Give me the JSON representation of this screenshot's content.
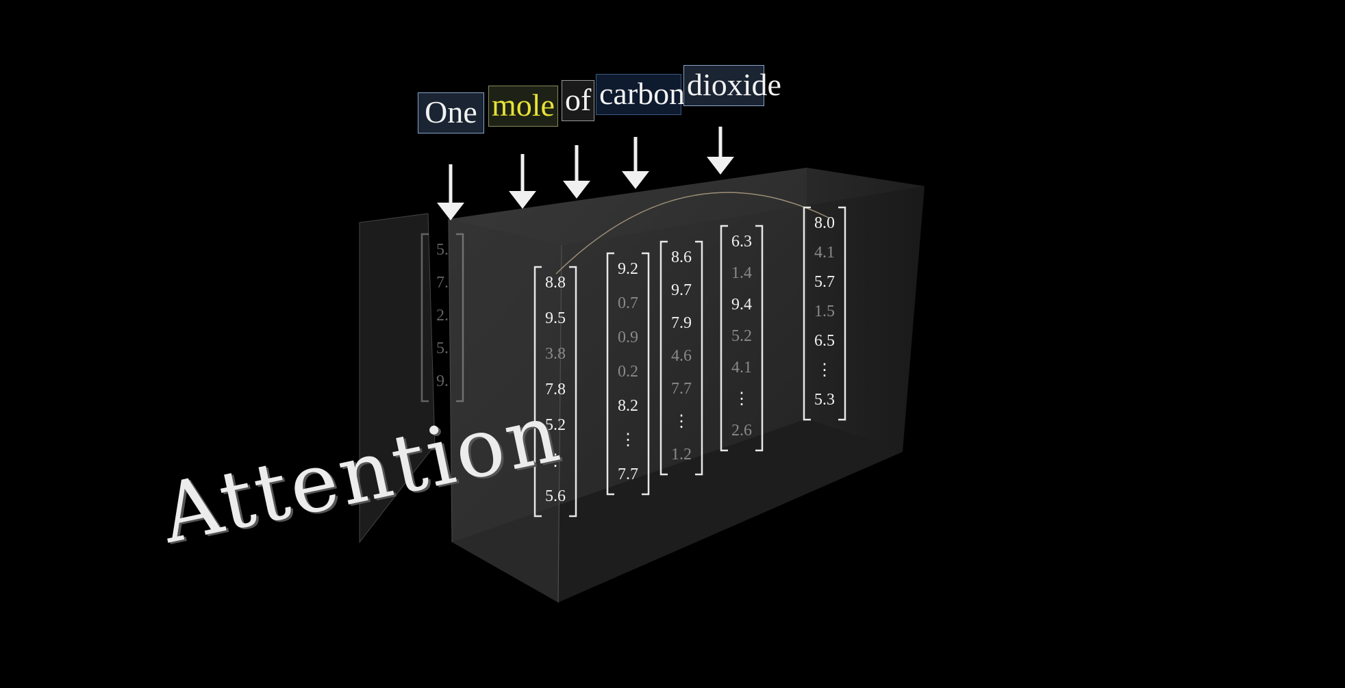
{
  "tokens": [
    {
      "text": "One",
      "color": "#f2f2f2",
      "border": "#8aa4c8",
      "fill": "#1a2433"
    },
    {
      "text": "mole",
      "color": "#e8e336",
      "border": "#8a8a5a",
      "fill": "#1e2216"
    },
    {
      "text": "of",
      "color": "#f2f2f2",
      "border": "#9a9a9a",
      "fill": "#1a1a1a"
    },
    {
      "text": "carbon",
      "color": "#f2f2f2",
      "border": "#3e5a86",
      "fill": "#0e1a2e"
    },
    {
      "text": "dioxide",
      "color": "#f2f2f2",
      "border": "#8aa4c8",
      "fill": "#1a2433"
    }
  ],
  "title": "Attention",
  "vectors": [
    {
      "values": [
        "5.",
        "7.",
        "2.",
        "5.",
        "9."
      ],
      "faded": [
        false,
        false,
        false,
        false,
        false
      ],
      "hidden": true
    },
    {
      "values": [
        "8.8",
        "9.5",
        "3.8",
        "7.8",
        "5.2",
        "⋮",
        "5.6"
      ],
      "faded": [
        false,
        false,
        true,
        false,
        false,
        false,
        false
      ]
    },
    {
      "values": [
        "9.2",
        "0.7",
        "0.9",
        "0.2",
        "8.2",
        "⋮",
        "7.7"
      ],
      "faded": [
        false,
        true,
        true,
        true,
        false,
        false,
        false
      ]
    },
    {
      "values": [
        "8.6",
        "9.7",
        "7.9",
        "4.6",
        "7.7",
        "⋮",
        "1.2"
      ],
      "faded": [
        false,
        false,
        false,
        true,
        true,
        false,
        true
      ]
    },
    {
      "values": [
        "6.3",
        "1.4",
        "9.4",
        "5.2",
        "4.1",
        "⋮",
        "2.6"
      ],
      "faded": [
        false,
        true,
        false,
        true,
        true,
        false,
        true
      ]
    },
    {
      "values": [
        "8.0",
        "4.1",
        "5.7",
        "1.5",
        "6.5",
        "⋮",
        "5.3"
      ],
      "faded": [
        false,
        true,
        false,
        true,
        false,
        false,
        false
      ]
    }
  ]
}
